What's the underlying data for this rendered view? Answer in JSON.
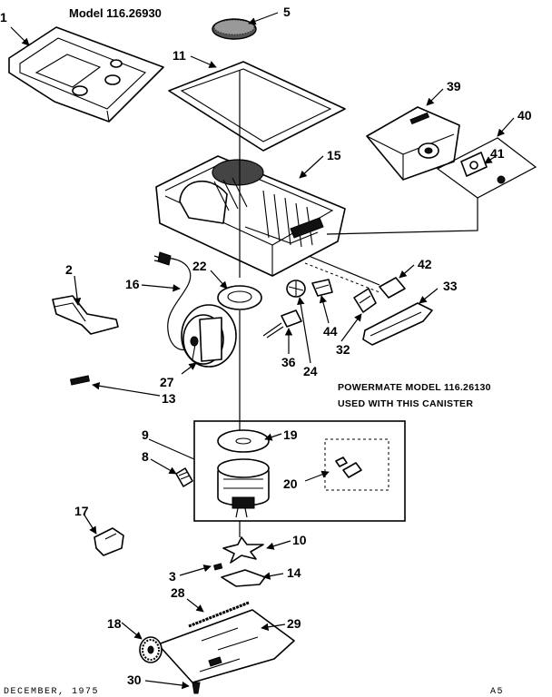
{
  "title": "Model 116.26930",
  "note_line1": "POWERMATE MODEL 116.26130",
  "note_line2": "USED WITH THIS CANISTER",
  "footer_date": "DECEMBER, 1975",
  "footer_code": "A5",
  "callouts": {
    "c1": "1",
    "c2": "2",
    "c3": "3",
    "c5": "5",
    "c8": "8",
    "c9": "9",
    "c10": "10",
    "c11": "11",
    "c13": "13",
    "c14": "14",
    "c15": "15",
    "c16": "16",
    "c17": "17",
    "c18": "18",
    "c19": "19",
    "c20": "20",
    "c22": "22",
    "c24": "24",
    "c27": "27",
    "c28": "28",
    "c29": "29",
    "c30": "30",
    "c32": "32",
    "c33": "33",
    "c36": "36",
    "c39": "39",
    "c40": "40",
    "c41": "41",
    "c42": "42",
    "c44": "44"
  }
}
